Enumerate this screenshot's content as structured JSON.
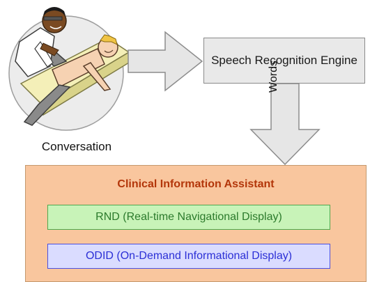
{
  "engine": {
    "label": "Speech Recognition Engine"
  },
  "conversation": {
    "label": "Conversation"
  },
  "arrow_down": {
    "label": "Words"
  },
  "assistant": {
    "title": "Clinical Information Assistant",
    "rnd": "RND (Real-time Navigational Display)",
    "odid": "ODID (On-Demand Informational Display)"
  },
  "colors": {
    "assistant_bg": "#f9c69e",
    "assistant_title": "#b3360a",
    "rnd_bg": "#c8f3b8",
    "rnd_text": "#2c7a2c",
    "odid_bg": "#dadcff",
    "odid_text": "#2b2fd6",
    "arrow_fill": "#e6e6e6",
    "arrow_stroke": "#8c8c8c"
  }
}
